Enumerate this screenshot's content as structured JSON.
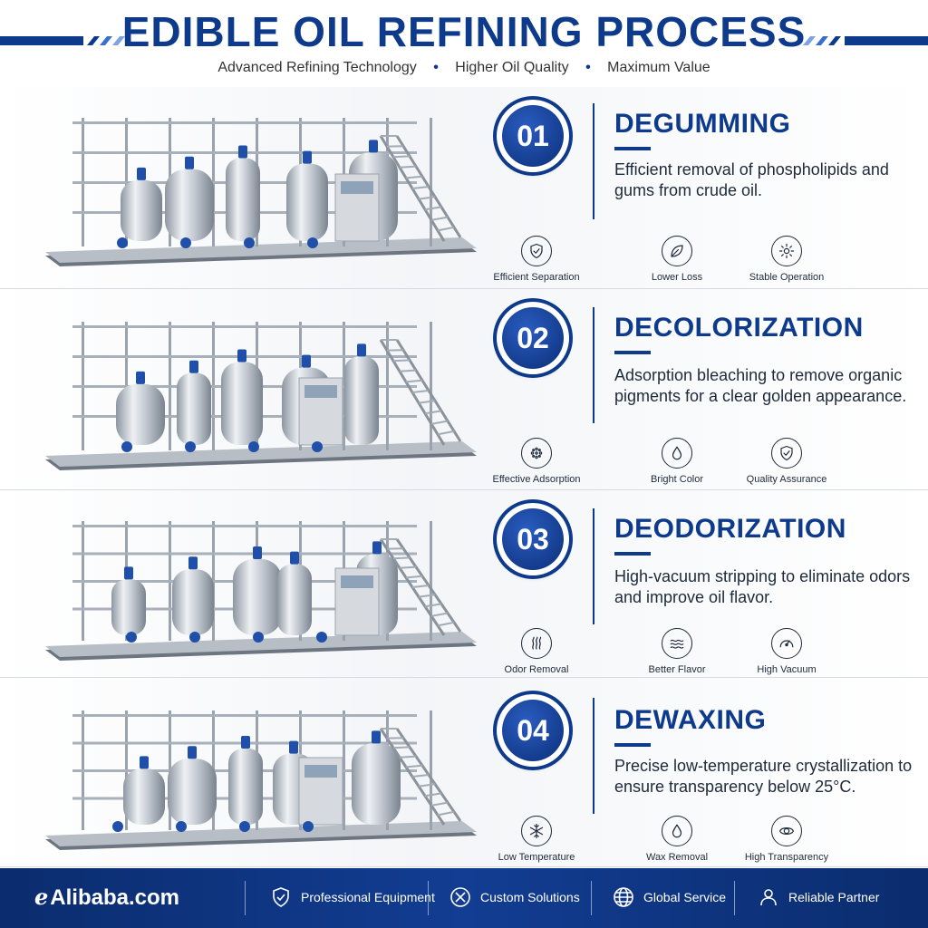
{
  "header": {
    "title": "EDIBLE OIL REFINING PROCESS",
    "subtitle": [
      "Advanced Refining Technology",
      "Higher Oil Quality",
      "Maximum Value"
    ],
    "separator": "•"
  },
  "colors": {
    "primary": "#0e3a8c",
    "accent": "#2a5cc0",
    "footer": "#0b2c6e"
  },
  "steps": [
    {
      "number": "01",
      "title": "DEGUMMING",
      "description": "Efficient removal of phospholipids and gums from crude oil.",
      "features": [
        {
          "label": "Efficient Separation",
          "icon": "shield-check-icon"
        },
        {
          "label": "Lower Loss",
          "icon": "leaf-icon"
        },
        {
          "label": "Stable Operation",
          "icon": "gear-icon"
        }
      ]
    },
    {
      "number": "02",
      "title": "DECOLORIZATION",
      "description": "Adsorption bleaching to remove organic pigments for a clear golden appearance.",
      "features": [
        {
          "label": "Effective Adsorption",
          "icon": "dots-circle-icon"
        },
        {
          "label": "Bright Color",
          "icon": "droplet-icon"
        },
        {
          "label": "Quality Assurance",
          "icon": "shield-check-icon"
        }
      ]
    },
    {
      "number": "03",
      "title": "DEODORIZATION",
      "description": "High-vacuum stripping to eliminate odors and improve oil flavor.",
      "features": [
        {
          "label": "Odor Removal",
          "icon": "steam-icon"
        },
        {
          "label": "Better Flavor",
          "icon": "waves-icon"
        },
        {
          "label": "High Vacuum",
          "icon": "gauge-icon"
        }
      ]
    },
    {
      "number": "04",
      "title": "DEWAXING",
      "description": "Precise low-temperature crystallization to ensure transparency below 25°C.",
      "features": [
        {
          "label": "Low Temperature",
          "icon": "snowflake-icon"
        },
        {
          "label": "Wax Removal",
          "icon": "droplet-icon"
        },
        {
          "label": "High Transparency",
          "icon": "eye-icon"
        }
      ]
    }
  ],
  "footer": {
    "brand": "Alibaba.com",
    "items": [
      {
        "label": "Professional Equipment",
        "icon": "shield-check-icon"
      },
      {
        "label": "Custom Solutions",
        "icon": "tools-icon"
      },
      {
        "label": "Global Service",
        "icon": "globe-icon"
      },
      {
        "label": "Reliable Partner",
        "icon": "handshake-icon"
      }
    ]
  }
}
